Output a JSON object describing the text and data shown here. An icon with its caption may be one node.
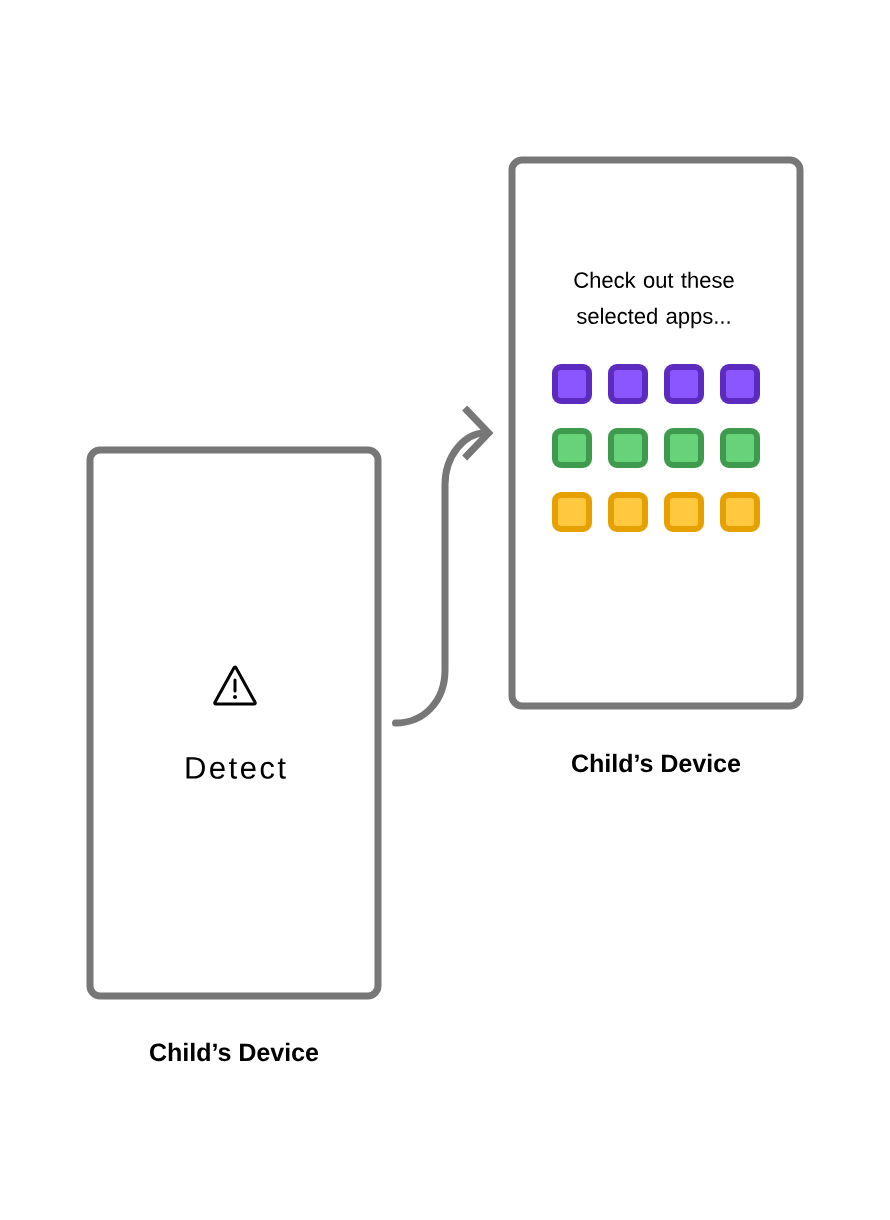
{
  "diagram": {
    "nodes": [
      {
        "text": [
          "Detect"
        ],
        "beside": [
          "Child’s Device"
        ]
      },
      {
        "text": [
          "Check out these selected apps..."
        ],
        "beside": [
          "Child’s Device"
        ]
      }
    ],
    "edges": [
      {
        "from": 0,
        "to": 1,
        "arrow": "to"
      }
    ]
  }
}
